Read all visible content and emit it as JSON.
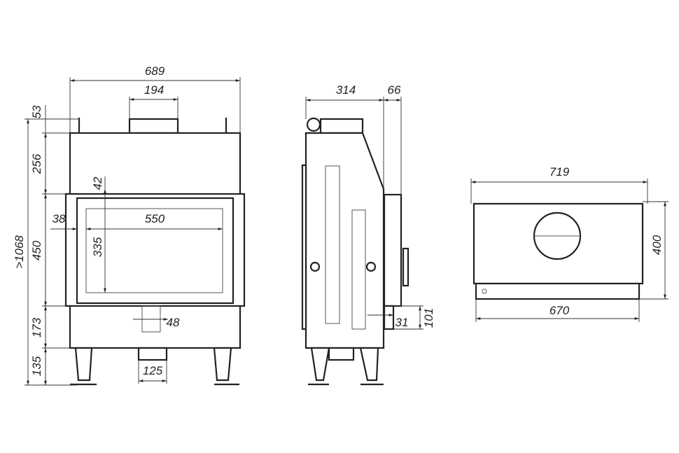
{
  "front_view": {
    "width_total": "689",
    "flue_width": "194",
    "height_total": ">1068",
    "top_offset": "53",
    "upper_height": "256",
    "door_height": "450",
    "lower_height": "173",
    "leg_height": "135",
    "glass_top_offset": "42",
    "frame_offset": "38",
    "glass_width": "550",
    "glass_height": "335",
    "air_inlet_width": "48",
    "bottom_spigot_width": "125"
  },
  "side_view": {
    "depth": "314",
    "door_depth": "66",
    "inlet_offset": "31",
    "inlet_height": "101"
  },
  "top_view": {
    "width_total": "719",
    "depth": "400",
    "base_width": "670"
  },
  "colors": {
    "line": "#222222",
    "background": "#ffffff"
  }
}
